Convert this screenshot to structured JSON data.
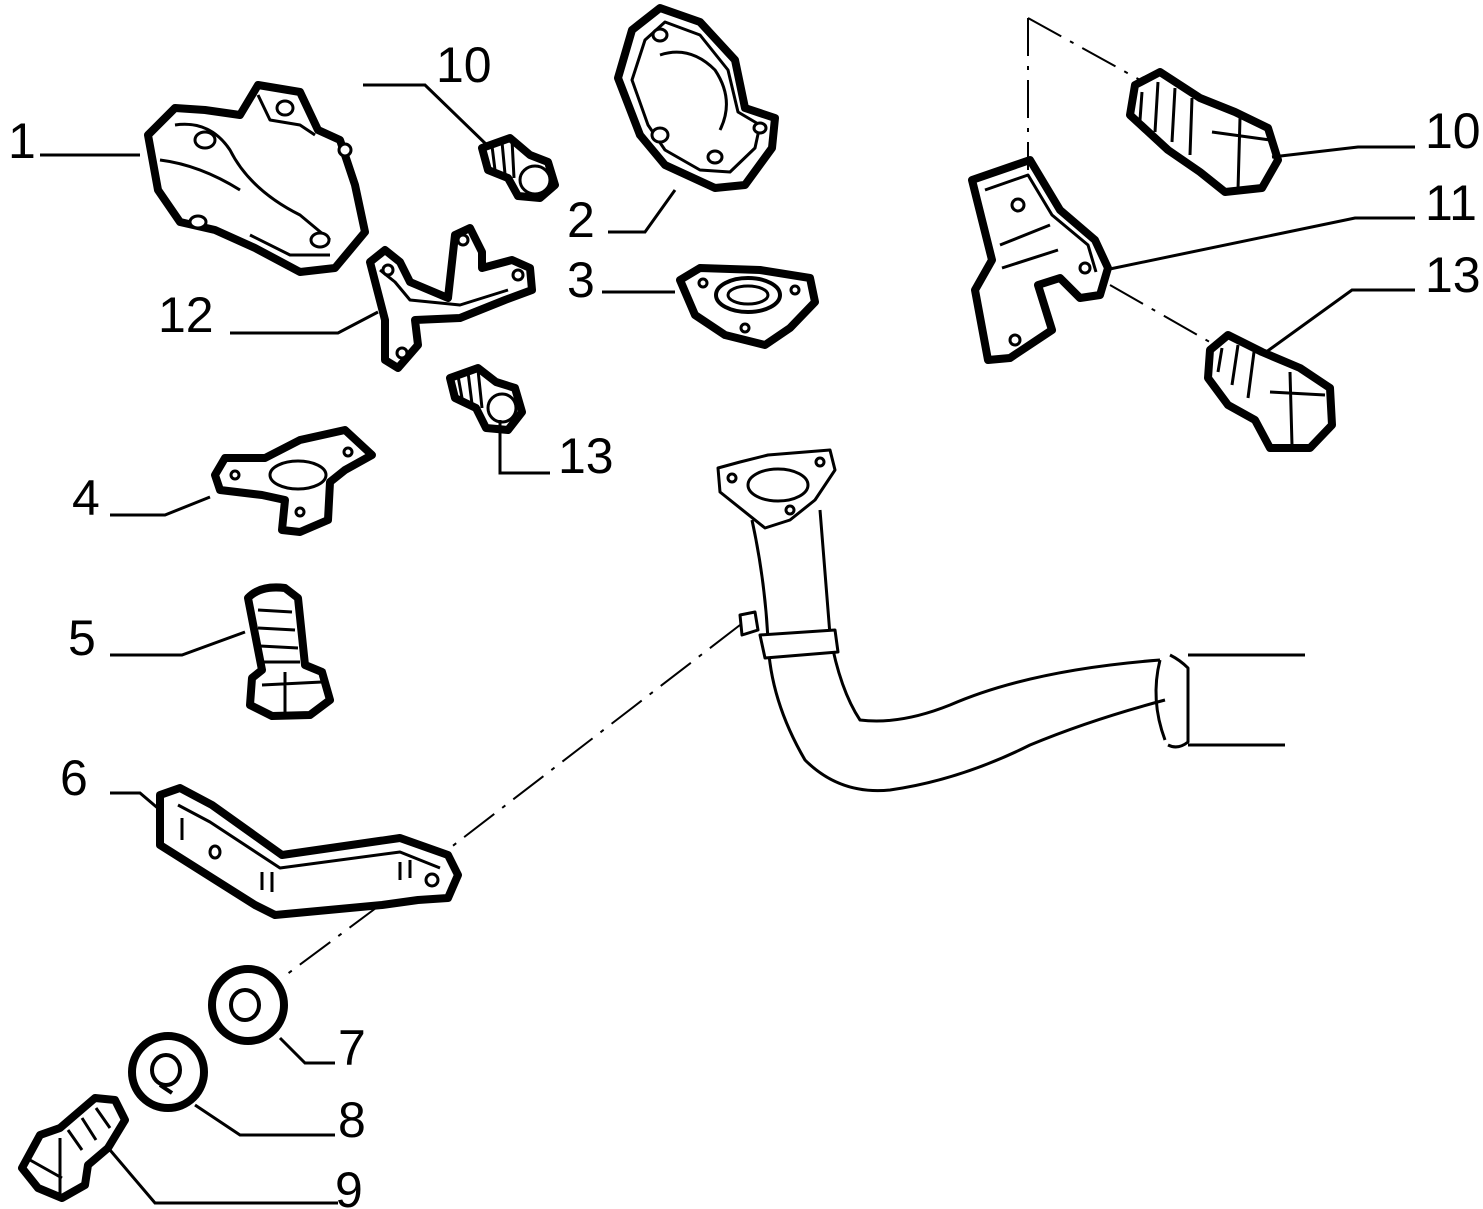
{
  "colors": {
    "ink": "#000000",
    "paper": "#ffffff"
  },
  "callouts": {
    "c1": {
      "number": "1"
    },
    "c2": {
      "number": "2"
    },
    "c3": {
      "number": "3"
    },
    "c4": {
      "number": "4"
    },
    "c5": {
      "number": "5"
    },
    "c6": {
      "number": "6"
    },
    "c7": {
      "number": "7"
    },
    "c8": {
      "number": "8"
    },
    "c9": {
      "number": "9"
    },
    "c10a": {
      "number": "10"
    },
    "c10b": {
      "number": "10"
    },
    "c11": {
      "number": "11"
    },
    "c12": {
      "number": "12"
    },
    "c13a": {
      "number": "13"
    },
    "c13b": {
      "number": "13"
    }
  }
}
